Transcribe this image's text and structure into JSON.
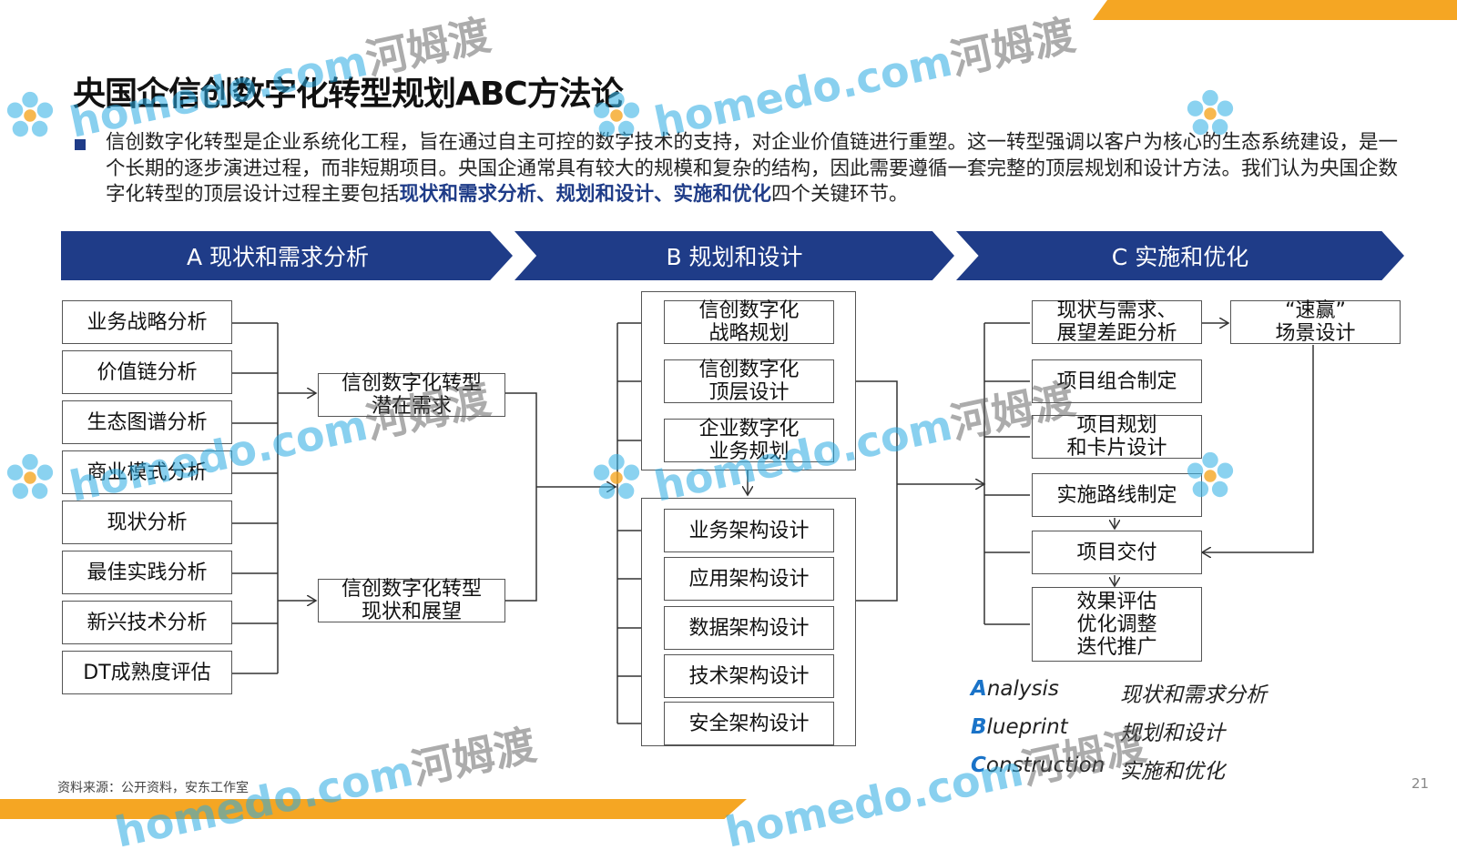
{
  "title": "央国企信创数字化转型规划ABC方法论",
  "intro": {
    "text_before": "信创数字化转型是企业系统化工程，旨在通过自主可控的数字技术的支持，对企业价值链进行重塑。这一转型强调以客户为核心的生态系统建设，是一个长期的逐步演进过程，而非短期项目。央国企通常具有较大的规模和复杂的结构，因此需要遵循一套完整的顶层规划和设计方法。我们认为央国企数字化转型的顶层设计过程主要包括",
    "highlight": "现状和需求分析、规划和设计、实施和优化",
    "text_after": "四个关键环节。"
  },
  "phases": [
    "A 现状和需求分析",
    "B 规划和设计",
    "C 实施和优化"
  ],
  "col_a": [
    "业务战略分析",
    "价值链分析",
    "生态图谱分析",
    "商业模式分析",
    "现状分析",
    "最佳实践分析",
    "新兴技术分析",
    "DT成熟度评估"
  ],
  "col_a_outputs": [
    "信创数字化转型\n潜在需求",
    "信创数字化转型\n现状和展望"
  ],
  "col_b_top": [
    "信创数字化\n战略规划",
    "信创数字化\n顶层设计",
    "企业数字化\n业务规划"
  ],
  "col_b_bottom": [
    "业务架构设计",
    "应用架构设计",
    "数据架构设计",
    "技术架构设计",
    "安全架构设计"
  ],
  "col_c": [
    "现状与需求、\n展望差距分析",
    "项目组合制定",
    "项目规划\n和卡片设计",
    "实施路线制定",
    "项目交付",
    "效果评估\n优化调整\n迭代推广"
  ],
  "col_c_side": "“速赢”\n场景设计",
  "legend": [
    {
      "cap": "A",
      "rest": "nalysis",
      "cn": "现状和需求分析"
    },
    {
      "cap": "B",
      "rest": "lueprint",
      "cn": "规划和设计"
    },
    {
      "cap": "C",
      "rest": "onstruction",
      "cn": "实施和优化"
    }
  ],
  "source": "资料来源：公开资料，安东工作室",
  "page_number": "21",
  "watermark": {
    "latin": "homedo.com",
    "cn": "河姆渡"
  },
  "colors": {
    "primary": "#1f3c88",
    "accent": "#f5a623",
    "legend_cap": "#1a73c8"
  }
}
